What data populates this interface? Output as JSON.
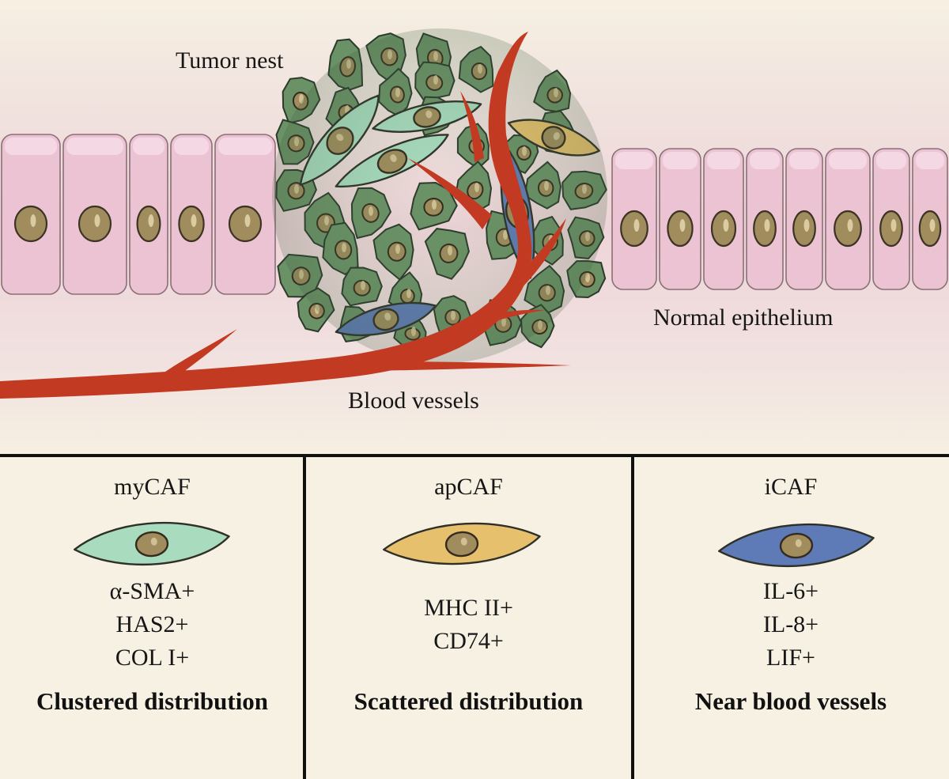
{
  "scene": {
    "tumor_label": "Tumor nest",
    "epithelium_label": "Normal epithelium",
    "vessel_label": "Blood vessels"
  },
  "panels": [
    {
      "name": "myCAF",
      "markers": [
        "α-SMA+",
        "HAS2+",
        "COL I+"
      ],
      "distribution": "Clustered distribution",
      "cell_color": "#a9dbbf"
    },
    {
      "name": "apCAF",
      "markers": [
        "MHC II+",
        "CD74+"
      ],
      "distribution": "Scattered distribution",
      "cell_color": "#e7c06d"
    },
    {
      "name": "iCAF",
      "markers": [
        "IL-6+",
        "IL-8+",
        "LIF+"
      ],
      "distribution": "Near blood vessels",
      "cell_color": "#5f7bb7"
    }
  ],
  "colors": {
    "epithelium": "#ecc3d2",
    "tumor_cell": "#6b9167",
    "nucleus": "#a08c5d",
    "vessel": "#c23a22"
  }
}
